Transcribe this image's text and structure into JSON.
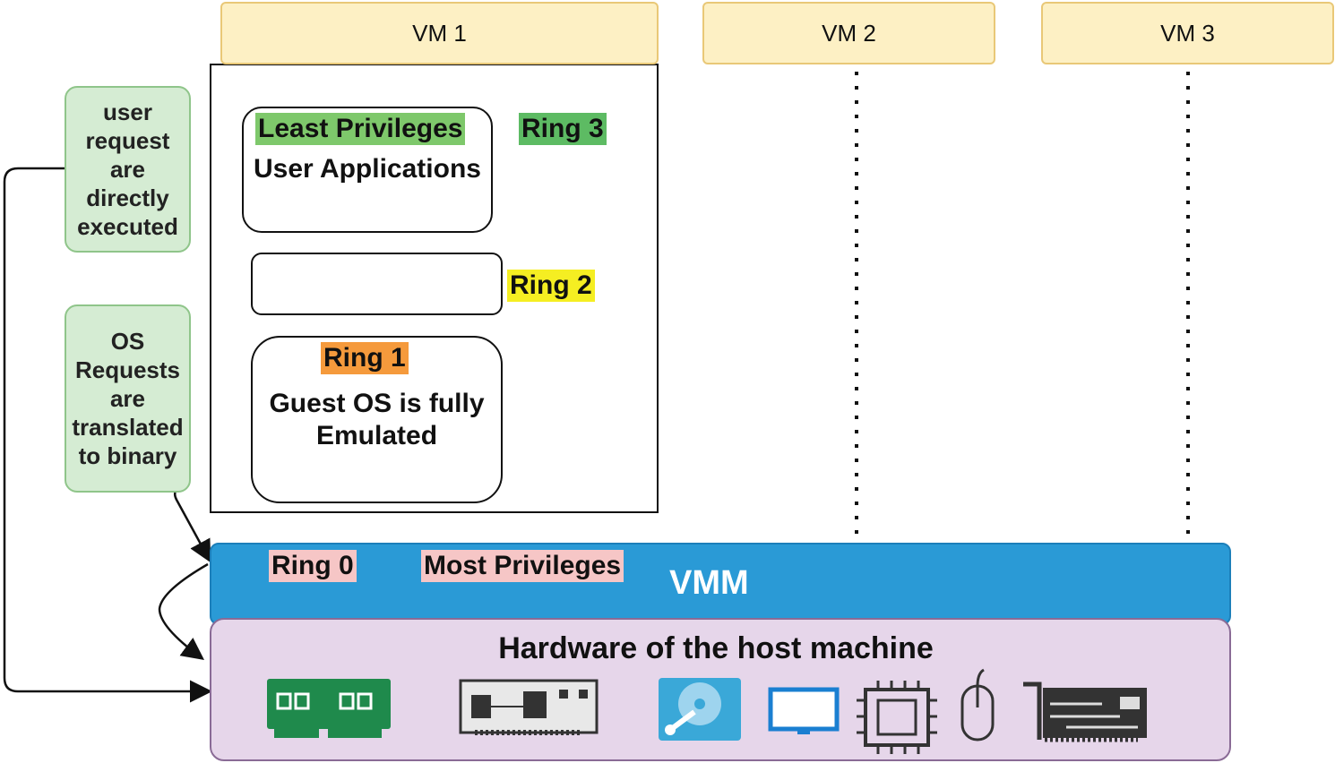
{
  "vms": [
    {
      "label": "VM 1"
    },
    {
      "label": "VM 2"
    },
    {
      "label": "VM 3"
    }
  ],
  "notes": {
    "user": "user request are directly executed",
    "os": "OS Requests are translated to binary"
  },
  "vm1": {
    "ring3_tag": "Least Privileges",
    "ring3_text": "User Applications",
    "ring3_label": "Ring 3",
    "ring2_label": "Ring 2",
    "ring1_label": "Ring 1",
    "ring1_text": "Guest OS is fully Emulated"
  },
  "vmm": {
    "ring0_label": "Ring 0",
    "privilege_label": "Most Privileges",
    "title": "VMM"
  },
  "hardware": {
    "title": "Hardware of the host machine",
    "icons": [
      "ram-icon",
      "circuit-board-icon",
      "hard-drive-icon",
      "monitor-icon",
      "cpu-icon",
      "mouse-icon",
      "network-card-icon"
    ]
  },
  "colors": {
    "vm_header": "#fdf0c4",
    "note_bg": "#d5ecd3",
    "ring3_highlight": "#7ec86b",
    "ring2_highlight": "#f5ee22",
    "ring1_highlight": "#f59a3c",
    "ring0_highlight": "#f6c6c6",
    "vmm": "#2a9ad6",
    "hardware": "#e6d6ea"
  }
}
